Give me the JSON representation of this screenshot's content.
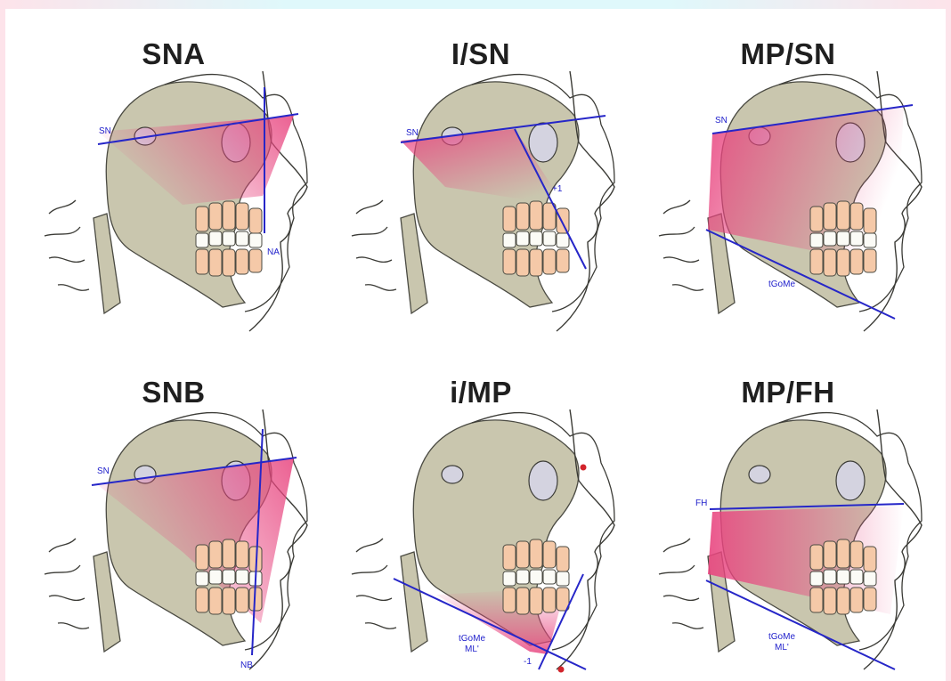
{
  "panels": [
    {
      "title": "SNA",
      "labels": [
        "SN",
        "NA"
      ]
    },
    {
      "title": "I/SN",
      "labels": [
        "SN",
        "+1"
      ]
    },
    {
      "title": "MP/SN",
      "labels": [
        "SN",
        "tGoMe"
      ]
    },
    {
      "title": "SNB",
      "labels": [
        "SN",
        "NB"
      ]
    },
    {
      "title": "i/MP",
      "labels": [
        "tGoMe",
        "ML'",
        "-1"
      ]
    },
    {
      "title": "MP/FH",
      "labels": [
        "FH",
        "tGoMe",
        "ML'"
      ]
    }
  ],
  "colors": {
    "line": "#2626c8",
    "angle_fill": "#e8457f",
    "bone": "#c9c6ae",
    "upper_teeth": "#f5c9a8",
    "landmark": "#d2242b"
  }
}
